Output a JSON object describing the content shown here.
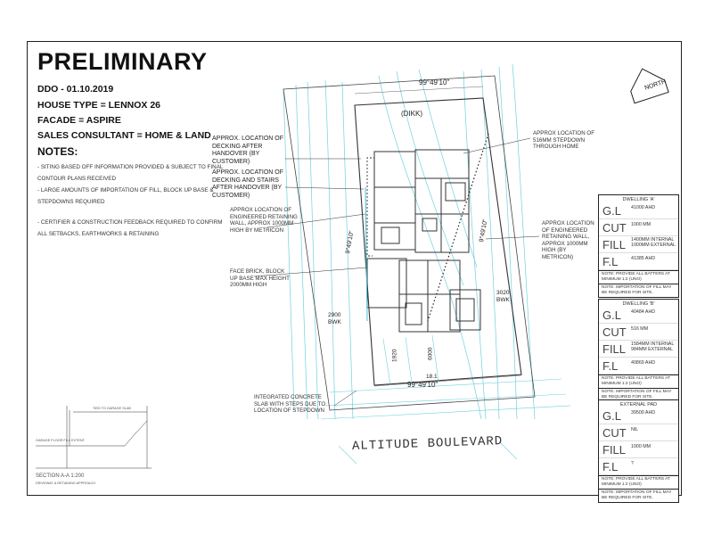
{
  "header": {
    "title": "PRELIMINARY",
    "ddo": "DDO - 01.10.2019",
    "house_type": "HOUSE TYPE = LENNOX 26",
    "facade": "FACADE = ASPIRE",
    "sales_consultant": "SALES CONSULTANT = HOME & LAND"
  },
  "notes": {
    "title": "NOTES:",
    "items": [
      "- SITING BASED OFF INFORMATION PROVIDED & SUBJECT TO FINAL CONTOUR PLANS RECEIVED",
      "- LARGE AMOUNTS OF IMPORTATION OF FILL, BLOCK UP BASE & STEPDOWNS REQUIRED",
      "- CERTIFIER & CONSTRUCTION FEEDBACK REQUIRED TO CONFIRM ALL SETBACKS, EARTHWORKS & RETAINING"
    ]
  },
  "callouts": {
    "decking_after_handover": "APPROX. LOCATION OF DECKING AFTER HANDOVER (BY CUSTOMER)",
    "decking_stairs": "APPROX. LOCATION OF DECKING AND STAIRS AFTER HANDOVER (BY CUSTOMER)",
    "retaining_left": "APPROX LOCATION OF ENGINEERED RETAINING WALL, APPROX 1000MM HIGH By Metricon",
    "face_brick": "FACE BRICK, BLOCK UP BASE MAX HEIGHT 2000MM HIGH",
    "stepdown": "APPROX LOCATION OF 516MM STEPDOWN THROUGH HOME",
    "retaining_right": "APPROX LOCATION OF ENGINEERED RETAINING WALL, APPROX 1000MM HIGH (BY Metricon)",
    "slab": "INTEGRATED CONCRETE SLAB WITH STEPS DUE TO LOCATION OF STEPDOWN"
  },
  "dimensions": {
    "bearing_top": "99°49'10\"",
    "bearing_bottom": "99°49'10\"",
    "bwk_left": "2900\nBWK",
    "bwk_right": "3020\nBWK",
    "dim_1920": "1920",
    "dim_6000": "6000",
    "dim_18": "18.1",
    "side_left": "9°49'10\"",
    "side_right": "9°49'10\"",
    "dik": "(DIKK)"
  },
  "street": "ALTITUDE BOULEVARD",
  "north": "NORTH",
  "tables": [
    {
      "title": "DWELLING 'A'",
      "gl": "41000 AHD",
      "cut": "1000 MM",
      "fill": "1400MM INTERNAL\n1000MM EXTERNAL",
      "fl": "41385 AHD",
      "note1": "NOTE: PROVIDE ALL BATTERS AT MINIMUM 1:2 (UNO)",
      "note2": "NOTE: IMPORTATION OF FILL MAY BE REQUIRED FOR SITE."
    },
    {
      "title": "DWELLING 'B'",
      "gl": "40484 AHD",
      "cut": "516 MM",
      "fill": "1584MM INTERNAL\n984MM EXTERNAL",
      "fl": "40869 AHD",
      "note1": "NOTE: PROVIDE ALL BATTERS AT MINIMUM 1:2 (UNO)",
      "note2": "NOTE: IMPORTATION OF FILL MAY BE REQUIRED FOR SITE."
    },
    {
      "title": "EXTERNAL PAD",
      "gl": "39500 AHD",
      "cut": "NIL",
      "fill": "1000 MM",
      "fl": "?",
      "note1": "NOTE: PROVIDE ALL BATTERS AT MINIMUM 1:2 (UNO)",
      "note2": "NOTE: IMPORTATION OF FILL MAY BE REQUIRED FOR SITE."
    }
  ],
  "table_labels": {
    "gl": "G.L",
    "cut": "CUT",
    "fill": "FILL",
    "fl": "F.L"
  },
  "section": {
    "label_top": "TIED TO GARAGE SLAB",
    "label_side": "GARAGE FLOOR FILL  EXTENT",
    "caption": "SECTION A-A   1:200",
    "caption2": "DRIVEWAY & RETAINING APPROACH"
  }
}
